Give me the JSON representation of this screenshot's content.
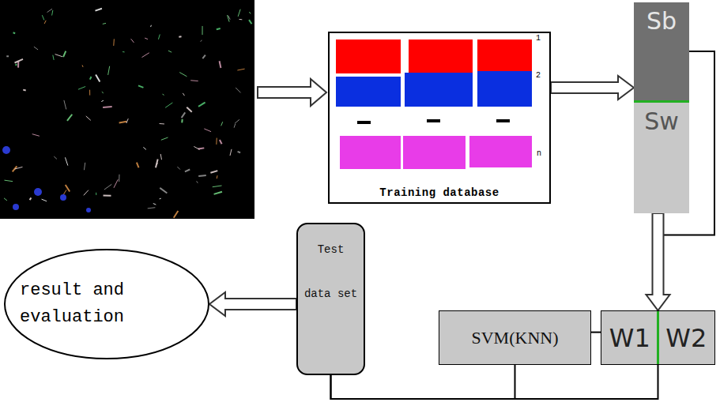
{
  "diagram": {
    "nodes": [
      {
        "text": [
          "Training database"
        ]
      },
      {
        "text": [
          "Sb"
        ]
      },
      {
        "text": [
          "Sw"
        ]
      },
      {
        "text": [
          "W1",
          "W2"
        ]
      },
      {
        "text": [
          "SVM(KNN)"
        ]
      },
      {
        "text": [
          "Test data set"
        ]
      },
      {
        "text": [
          "result and evaluation"
        ]
      }
    ],
    "edges": [
      {
        "from": 0,
        "to": 1,
        "arrow": "to"
      },
      {
        "from": 1,
        "to": 3,
        "arrow": "none"
      },
      {
        "from": 2,
        "to": 3,
        "arrow": "to"
      },
      {
        "from": 3,
        "to": 4,
        "arrow": "none"
      },
      {
        "from": 4,
        "to": 5,
        "arrow": "none"
      },
      {
        "from": 3,
        "to": 5,
        "arrow": "none"
      },
      {
        "from": 5,
        "to": 6,
        "arrow": "to"
      }
    ],
    "labels": [
      "1",
      "2",
      "n"
    ]
  }
}
